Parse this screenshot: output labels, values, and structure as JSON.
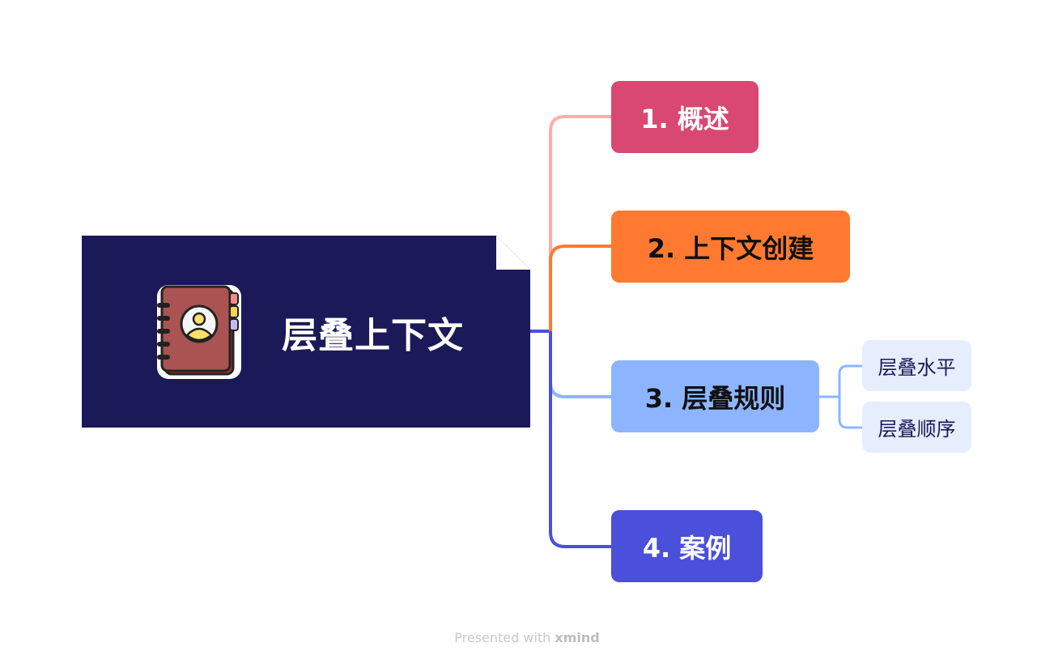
{
  "root": {
    "title": "层叠上下文",
    "icon": "address-book-icon",
    "color": "#1b1958"
  },
  "topics": [
    {
      "label": "1. 概述",
      "color": "#d94872",
      "line_color": "#ffacac",
      "text_color": "#ffffff"
    },
    {
      "label": "2. 上下文创建",
      "color": "#ff7a30",
      "line_color": "#ff7a30",
      "text_color": "#111111"
    },
    {
      "label": "3. 层叠规则",
      "color": "#8db5ff",
      "line_color": "#8db5ff",
      "text_color": "#111111",
      "children": [
        {
          "label": "层叠水平"
        },
        {
          "label": "层叠顺序"
        }
      ]
    },
    {
      "label": "4. 案例",
      "color": "#4a50d9",
      "line_color": "#4a50d9",
      "text_color": "#ffffff"
    }
  ],
  "footer": {
    "prefix": "Presented with",
    "brand": "xmind"
  }
}
